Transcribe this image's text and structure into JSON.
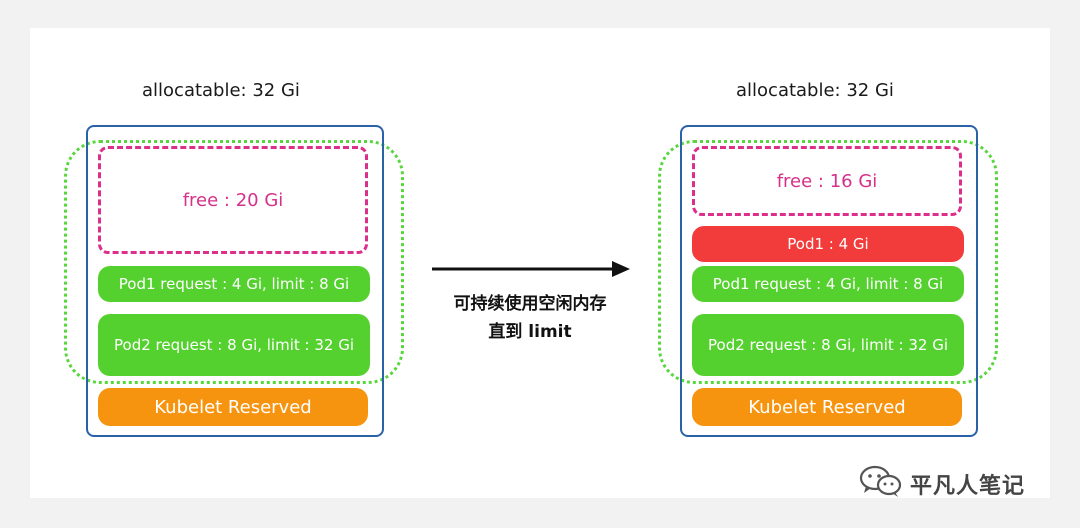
{
  "left": {
    "title": "allocatable: 32 Gi",
    "free": "free : 20 Gi",
    "pod1": "Pod1 request : 4 Gi, limit : 8 Gi",
    "pod2": "Pod2 request : 8 Gi, limit : 32 Gi",
    "kubelet": "Kubelet Reserved"
  },
  "right": {
    "title": "allocatable: 32 Gi",
    "free": "free : 16 Gi",
    "pod1_used": "Pod1 : 4 Gi",
    "pod1": "Pod1 request : 4 Gi, limit : 8 Gi",
    "pod2": "Pod2 request : 8 Gi, limit : 32 Gi",
    "kubelet": "Kubelet Reserved"
  },
  "arrow": {
    "line1": "可持续使用空闲内存",
    "line2": "直到 limit"
  },
  "watermark": {
    "text": "平凡人笔记",
    "icon": "wechat-icon"
  },
  "colors": {
    "outer_border": "#2a62a8",
    "dotted_border": "#57d63d",
    "free_border": "#dc2f8c",
    "pod_green": "#55d12f",
    "pod_red": "#f23b3b",
    "kubelet_orange": "#f7940f"
  }
}
